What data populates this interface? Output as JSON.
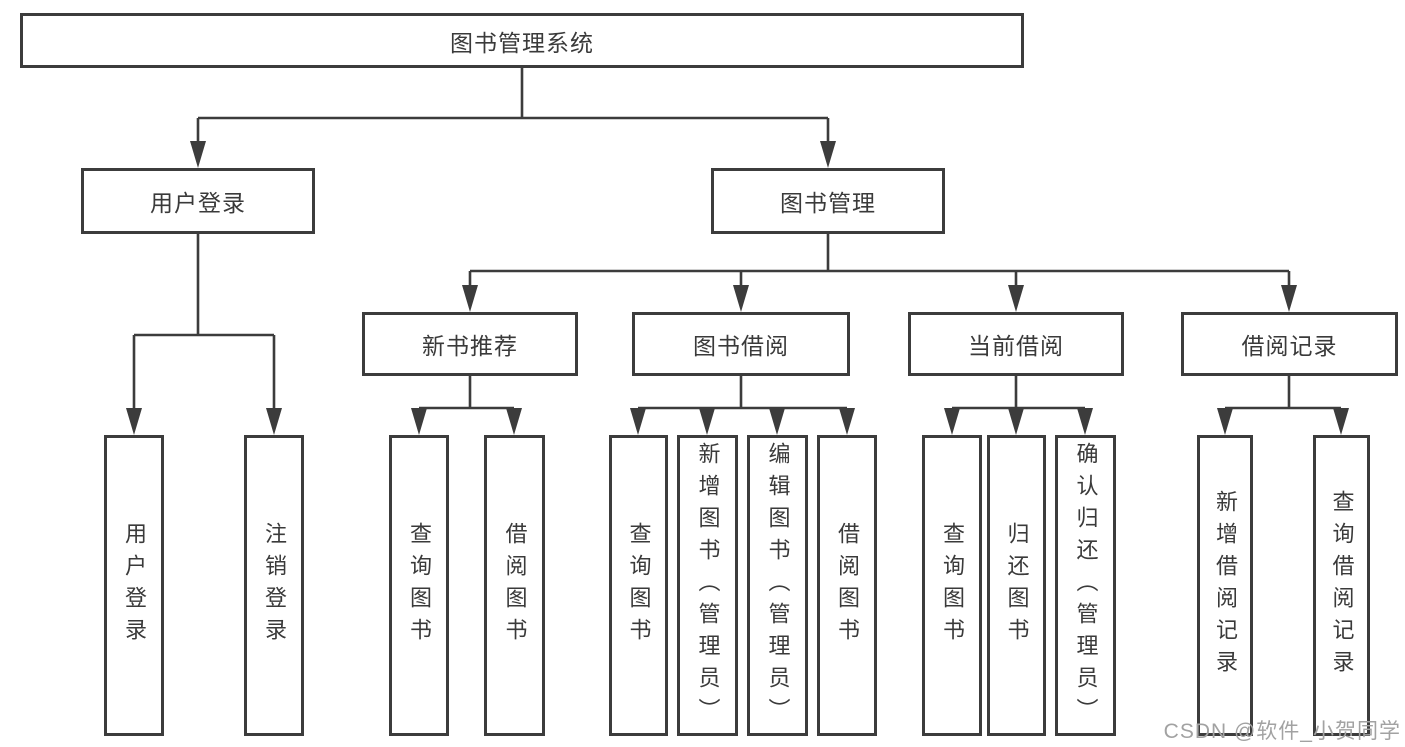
{
  "page": {
    "background": "#ffffff",
    "watermark": "CSDN @软件_小贺同学"
  },
  "diagram_colors": {
    "line": "#3c3c3c",
    "box_border": "#3c3c3c",
    "text": "#3a3a3a",
    "watermark_text": "#a2a2a2"
  },
  "tree": {
    "root": {
      "label": "图书管理系统"
    },
    "branches": [
      {
        "label": "用户登录",
        "children": [
          {
            "label": "用户登录"
          },
          {
            "label": "注销登录"
          }
        ]
      },
      {
        "label": "图书管理",
        "children": [
          {
            "label": "新书推荐",
            "children": [
              {
                "label": "查询图书"
              },
              {
                "label": "借阅图书"
              }
            ]
          },
          {
            "label": "图书借阅",
            "children": [
              {
                "label": "查询图书"
              },
              {
                "label": "新增图书（管理员）"
              },
              {
                "label": "编辑图书（管理员）"
              },
              {
                "label": "借阅图书"
              }
            ]
          },
          {
            "label": "当前借阅",
            "children": [
              {
                "label": "查询图书"
              },
              {
                "label": "归还图书"
              },
              {
                "label": "确认归还（管理员）"
              }
            ]
          },
          {
            "label": "借阅记录",
            "children": [
              {
                "label": "新增借阅记录"
              },
              {
                "label": "查询借阅记录"
              }
            ]
          }
        ]
      }
    ]
  }
}
